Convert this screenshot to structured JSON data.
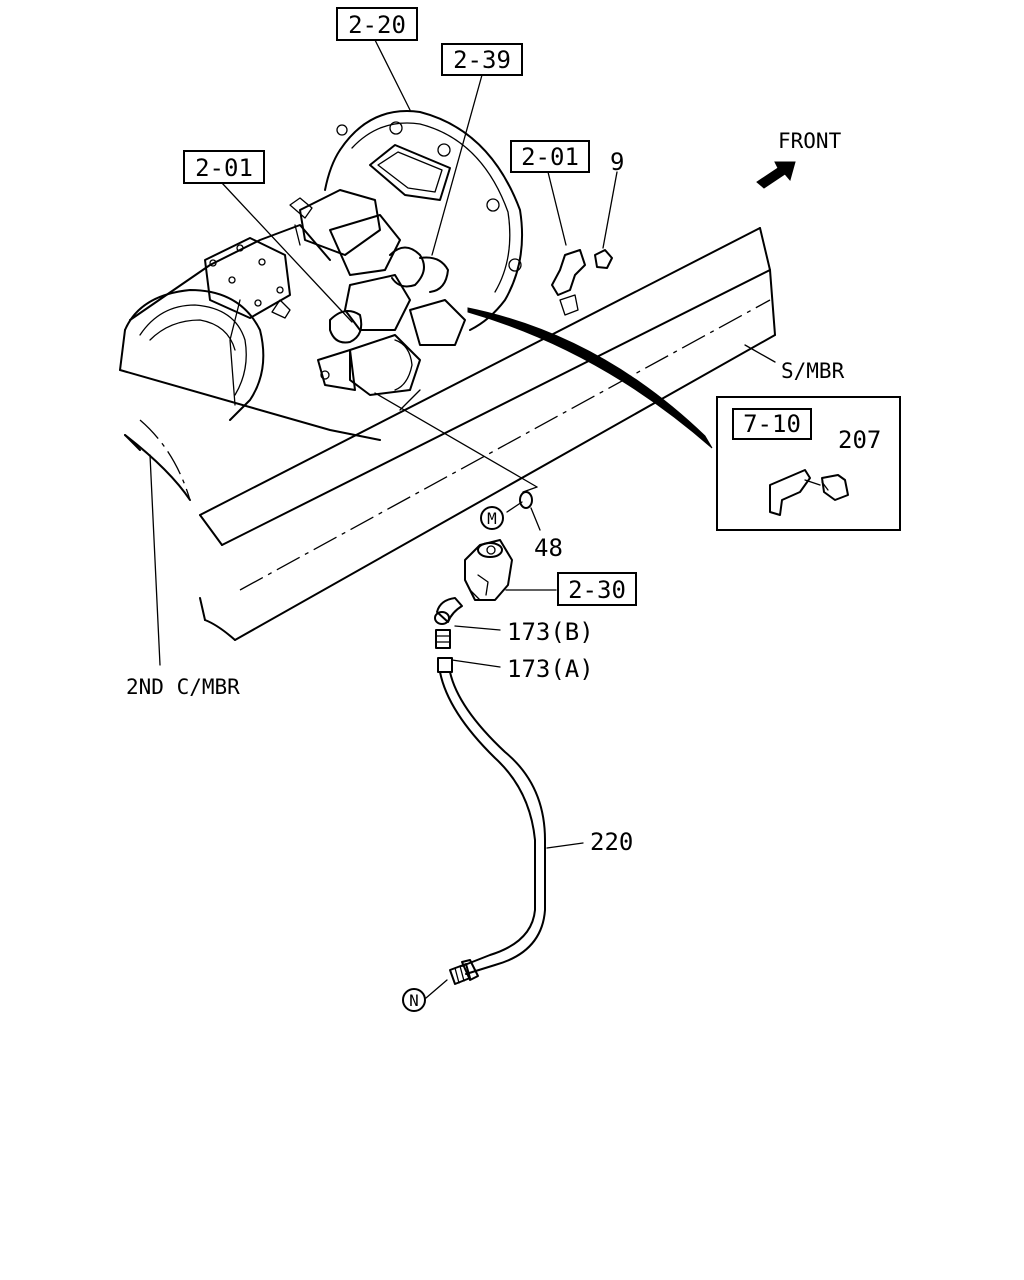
{
  "diagram": {
    "ref_boxes": {
      "r1": "2-20",
      "r2": "2-39",
      "r3": "2-01",
      "r4": "2-01",
      "r5": "7-10",
      "r6": "2-30"
    },
    "labels": {
      "front": "FRONT",
      "s_mbr": "S/MBR",
      "c_mbr": "2ND C/MBR",
      "p9": "9",
      "p48": "48",
      "p173b": "173(B)",
      "p173a": "173(A)",
      "p220": "220",
      "p207": "207"
    },
    "markers": {
      "m": "M",
      "n": "N"
    }
  }
}
